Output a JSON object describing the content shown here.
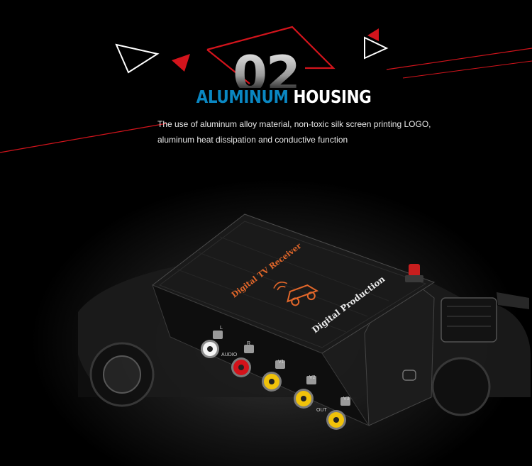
{
  "section_number": "02",
  "title": {
    "highlight": "ALUMINUM",
    "rest": "HOUSING"
  },
  "description": {
    "line1": "The use of aluminum alloy material, non-toxic silk screen printing LOGO,",
    "line2": "aluminum heat dissipation and conductive function"
  },
  "device": {
    "label_receiver": "Digital TV Receiver",
    "label_brand": "Digital Production",
    "port_labels": [
      "L",
      "R",
      "V1",
      "V2",
      "V3",
      "AUDIO",
      "OUT"
    ]
  },
  "colors": {
    "accent_red": "#d3141c",
    "title_blue": "#0a87c2",
    "housing": "#151515",
    "print_orange": "#e2672a"
  },
  "icons": [
    "outline-triangle-icon",
    "red-triangle-icon",
    "car-logo-icon",
    "antenna-connector-icon",
    "rca-port-icon"
  ]
}
